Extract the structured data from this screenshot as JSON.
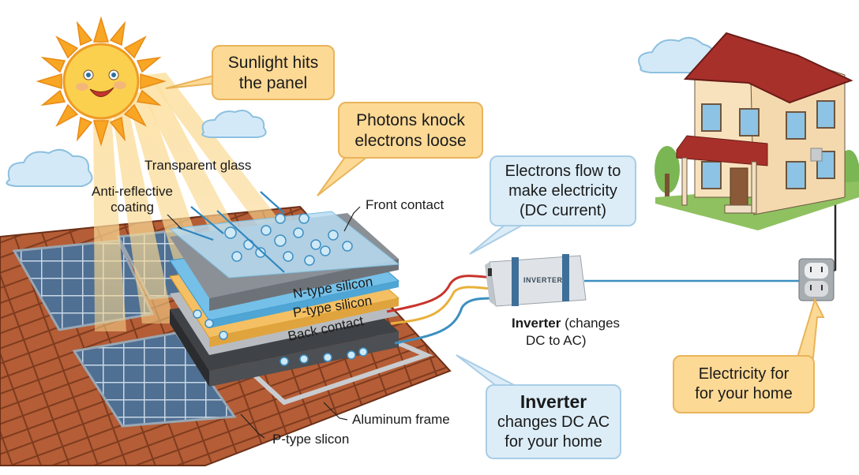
{
  "diagram": {
    "title": "How solar panels make electricity",
    "callouts": {
      "sunlight": {
        "lines": [
          "Sunlight hits",
          "the panel"
        ]
      },
      "photons": {
        "lines": [
          "Photons knock",
          "electrons loose"
        ]
      },
      "electrons_flow": {
        "lines": [
          "Electrons flow to",
          "make electricity",
          "(DC current)"
        ]
      },
      "inverter_box": {
        "title": "Inverter",
        "lines": [
          "changes DC AC",
          "for your home"
        ]
      },
      "electricity_home": {
        "lines": [
          "Electricity for",
          "for your home"
        ]
      }
    },
    "labels": {
      "transparent_glass": "Transparent glass",
      "anti_reflective": [
        "Anti-reflective",
        "coating"
      ],
      "front_contact": "Front contact",
      "n_type": "N-type silicon",
      "p_type": "P-type silicon",
      "back_contact": "Back contact",
      "aluminum_frame": "Aluminum frame",
      "p_type_bottom": "P-type slicon",
      "inverter_device": "INVERTER",
      "inverter_caption_bold": "Inverter",
      "inverter_caption_rest": " (changes",
      "inverter_caption_line2": "DC to AC)"
    },
    "colors": {
      "sun": "#f8a623",
      "callout_orange": "#fcd995",
      "callout_blue": "#dcedf8",
      "roof": "#a9542f",
      "house_roof": "#a8302a",
      "wire_red": "#c8342c",
      "wire_yellow": "#e9b03a",
      "wire_blue": "#3b8fc0"
    }
  }
}
